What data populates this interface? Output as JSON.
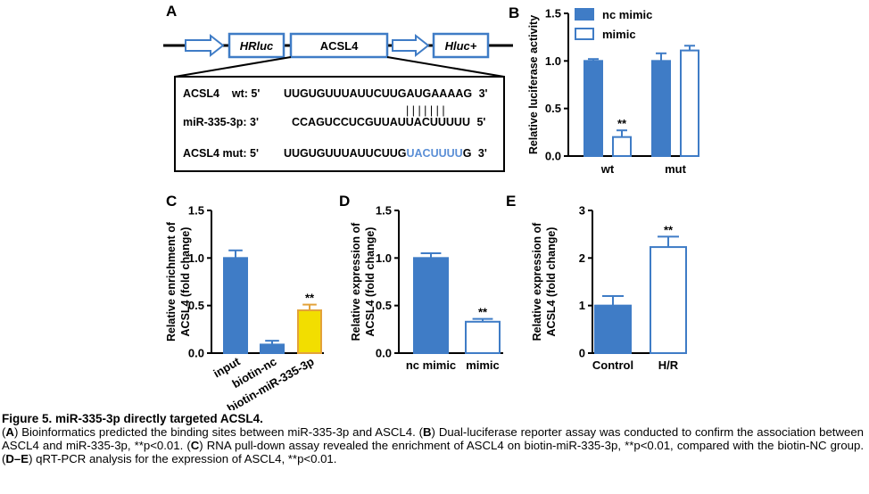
{
  "panel_letters": {
    "A": "A",
    "B": "B",
    "C": "C",
    "D": "D",
    "E": "E"
  },
  "diagram": {
    "box_hrluc": "HRluc",
    "box_acsl4": "ACSL4",
    "box_hluc": "Hluc+",
    "seq_rows": [
      {
        "label": "ACSL4    wt: 5'",
        "seq": "UUGUGUUUAUUCUUGAUGAAAAG",
        "end": "3'"
      },
      {
        "label": "miR-335-3p: 3'",
        "seq": "CCAGUCCUCGUUAUUACUUUUU",
        "end": "5'"
      },
      {
        "label": "ACSL4 mut: 5'",
        "seq_plain": "UUGUGUUUAUUCUUG",
        "seq_mut": "UACUUUU",
        "seq_tail": "G",
        "end": "3'"
      }
    ],
    "pairing_marks": "| | | | | | |",
    "mut_color": "#5b8fd6"
  },
  "colors": {
    "blue": "#3f7cc6",
    "yellow": "#f2de00",
    "orange_edge": "#e3a23a",
    "axis": "#000000"
  },
  "chart_data": [
    {
      "panel": "B",
      "type": "bar",
      "categories": [
        "wt",
        "mut"
      ],
      "series": [
        {
          "name": "nc mimic",
          "values": [
            1.0,
            1.0
          ],
          "errors": [
            0.02,
            0.08
          ],
          "fill": "blue"
        },
        {
          "name": "mimic",
          "values": [
            0.2,
            1.11
          ],
          "errors": [
            0.07,
            0.05
          ],
          "fill": "white"
        }
      ],
      "ylabel": "Relative luciferase activity",
      "ylim": [
        0,
        1.5
      ],
      "yticks": [
        "0.0",
        "0.5",
        "1.0",
        "1.5"
      ],
      "annotations": [
        {
          "category": 0,
          "series": 1,
          "text": "**"
        }
      ],
      "legend": "top-right"
    },
    {
      "panel": "C",
      "type": "bar",
      "categories": [
        "input",
        "biotin-nc",
        "biotin-miR-335-3p"
      ],
      "values": [
        1.0,
        0.09,
        0.45
      ],
      "errors": [
        0.08,
        0.04,
        0.06
      ],
      "fills": [
        "blue",
        "blue",
        "yellow"
      ],
      "ylabel_lines": [
        "Relative enrichment of",
        "ACSL4 (fold change)"
      ],
      "ylim": [
        0,
        1.5
      ],
      "yticks": [
        "0.0",
        "0.5",
        "1.0",
        "1.5"
      ],
      "annotations": [
        {
          "category": 2,
          "text": "**"
        }
      ]
    },
    {
      "panel": "D",
      "type": "bar",
      "categories": [
        "nc mimic",
        "mimic"
      ],
      "values": [
        1.0,
        0.33
      ],
      "errors": [
        0.05,
        0.03
      ],
      "fills": [
        "blue",
        "white"
      ],
      "ylabel_lines": [
        "Relative expression of",
        "ACSL4 (fold change)"
      ],
      "ylim": [
        0,
        1.5
      ],
      "yticks": [
        "0.0",
        "0.5",
        "1.0",
        "1.5"
      ],
      "annotations": [
        {
          "category": 1,
          "text": "**"
        }
      ]
    },
    {
      "panel": "E",
      "type": "bar",
      "categories": [
        "Control",
        "H/R"
      ],
      "values": [
        1.0,
        2.23
      ],
      "errors": [
        0.2,
        0.22
      ],
      "fills": [
        "blue",
        "white"
      ],
      "ylabel_lines": [
        "Relative expression of",
        "ACSL4 (fold change)"
      ],
      "ylim": [
        0,
        3
      ],
      "yticks": [
        "0",
        "1",
        "2",
        "3"
      ],
      "annotations": [
        {
          "category": 1,
          "text": "**"
        }
      ]
    }
  ],
  "caption": {
    "title": "Figure 5. miR-335-3p directly targeted ACSL4.",
    "body": [
      {
        "b": "A",
        "t": ") Bioinformatics predicted the binding sites between miR-335-3p and ASCL4. ("
      },
      {
        "b": "B",
        "t": ") Dual-luciferase reporter assay was conducted to confirm the association between ASCL4 and miR-335-3p, **p<0.01. ("
      },
      {
        "b": "C",
        "t": ") RNA pull-down assay revealed the enrichment of ASCL4 on biotin-miR-335-3p, **p<0.01, compared with the biotin-NC group. ("
      },
      {
        "b": "D–E",
        "t": ") qRT-PCR analysis for the expression of ASCL4, **p<0.01."
      }
    ]
  }
}
